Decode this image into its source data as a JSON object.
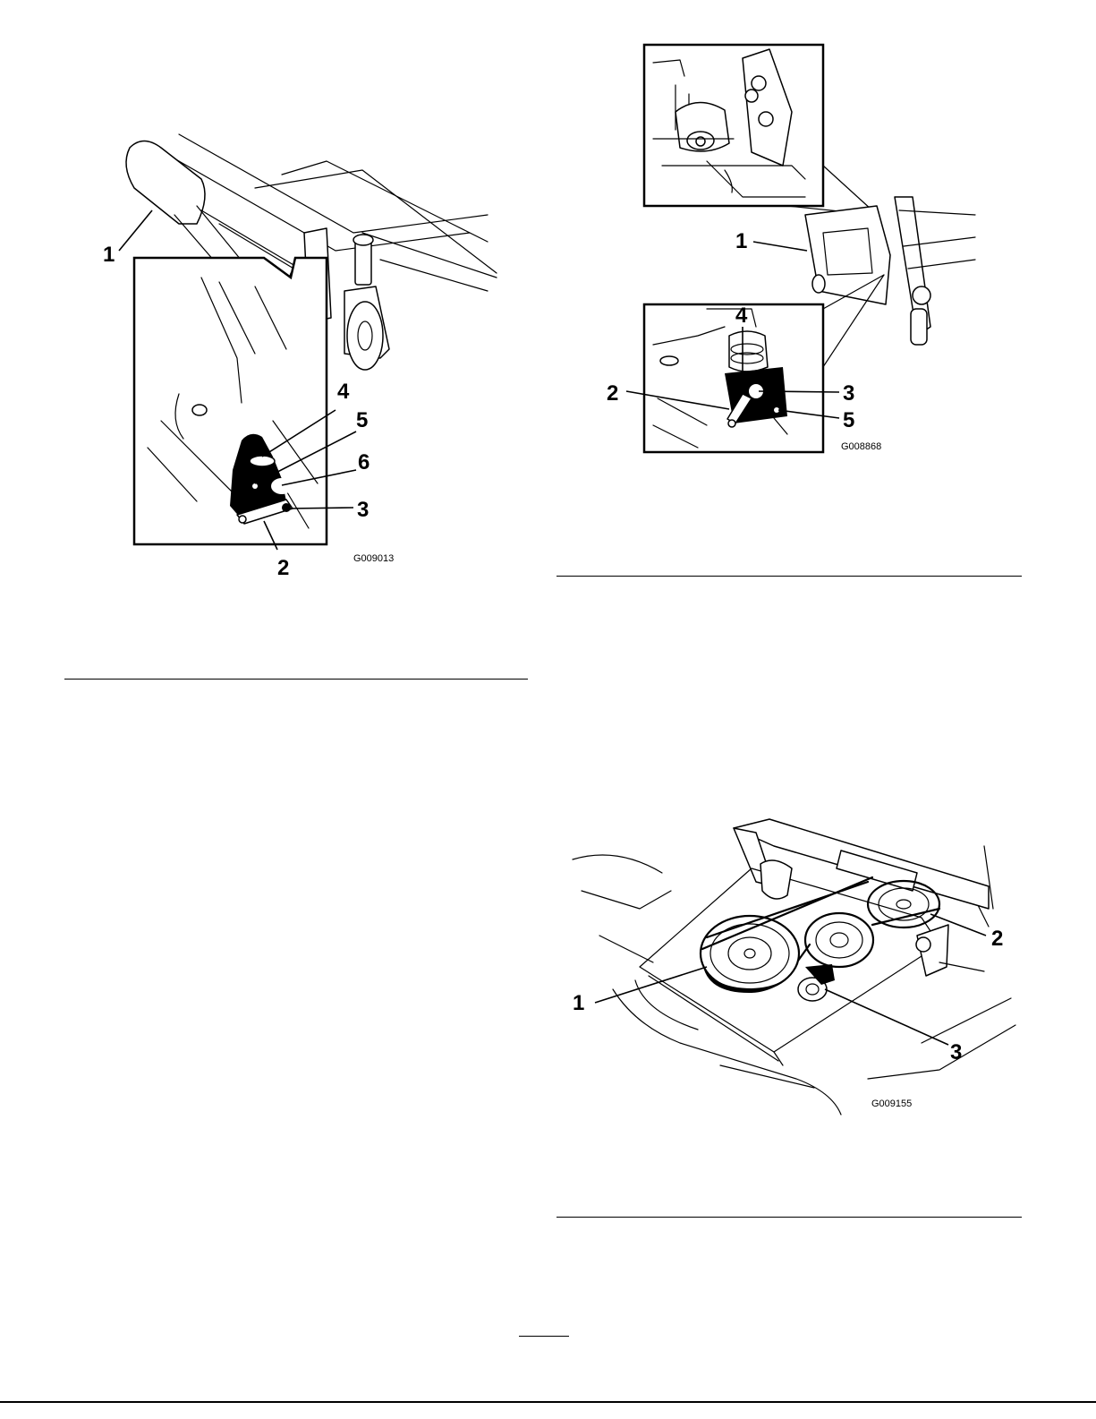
{
  "figures": [
    {
      "id": "G009013",
      "callouts": [
        "1",
        "2",
        "3",
        "4",
        "5",
        "6"
      ]
    },
    {
      "id": "G008868",
      "callouts": [
        "1",
        "2",
        "3",
        "4",
        "5"
      ]
    },
    {
      "id": "G009155",
      "callouts": [
        "1",
        "2",
        "3"
      ]
    }
  ]
}
